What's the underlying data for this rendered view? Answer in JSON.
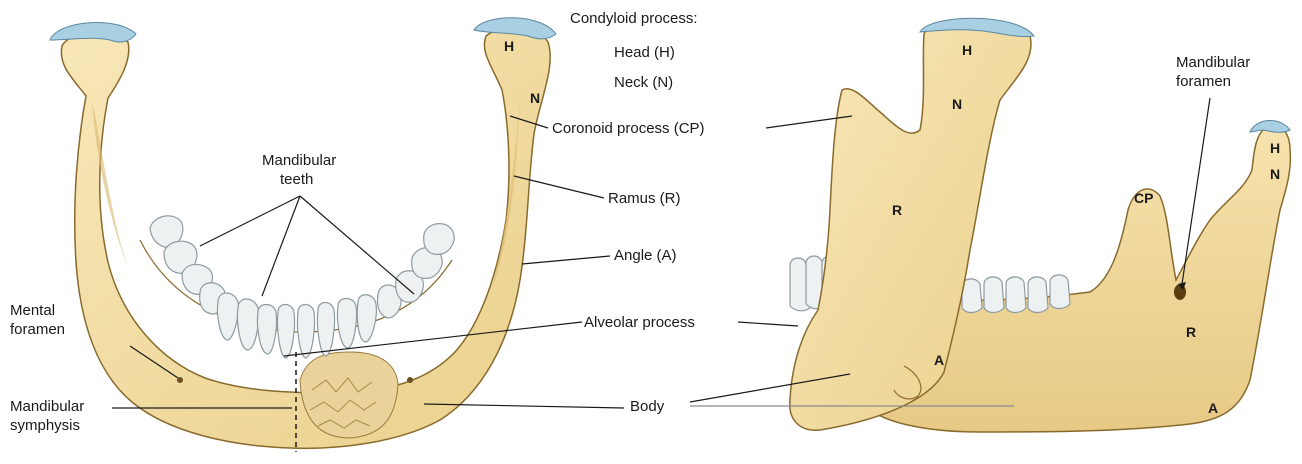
{
  "colors": {
    "bone": "#f5dfa8",
    "bone_shade": "#d9b96d",
    "bone_outline": "#8a6a2c",
    "cartilage": "#a9cfe2",
    "tooth": "#eef1f2",
    "tooth_outline": "#8f9a9f",
    "cancellous": "#e9d39a",
    "leader": "#1a1a1a"
  },
  "labels": {
    "condyloid_process": "Condyloid process:",
    "head": "Head (H)",
    "neck": "Neck (N)",
    "coronoid_process": "Coronoid process (CP)",
    "ramus": "Ramus (R)",
    "angle": "Angle (A)",
    "alveolar_process": "Alveolar process",
    "body": "Body",
    "mandibular_teeth_line1": "Mandibular",
    "mandibular_teeth_line2": "teeth",
    "mental_foramen_line1": "Mental",
    "mental_foramen_line2": "foramen",
    "mandibular_symphysis_line1": "Mandibular",
    "mandibular_symphysis_line2": "symphysis",
    "mandibular_foramen_line1": "Mandibular",
    "mandibular_foramen_line2": "foramen"
  },
  "tags": {
    "h": "H",
    "n": "N",
    "r": "R",
    "a": "A",
    "cp": "CP"
  }
}
